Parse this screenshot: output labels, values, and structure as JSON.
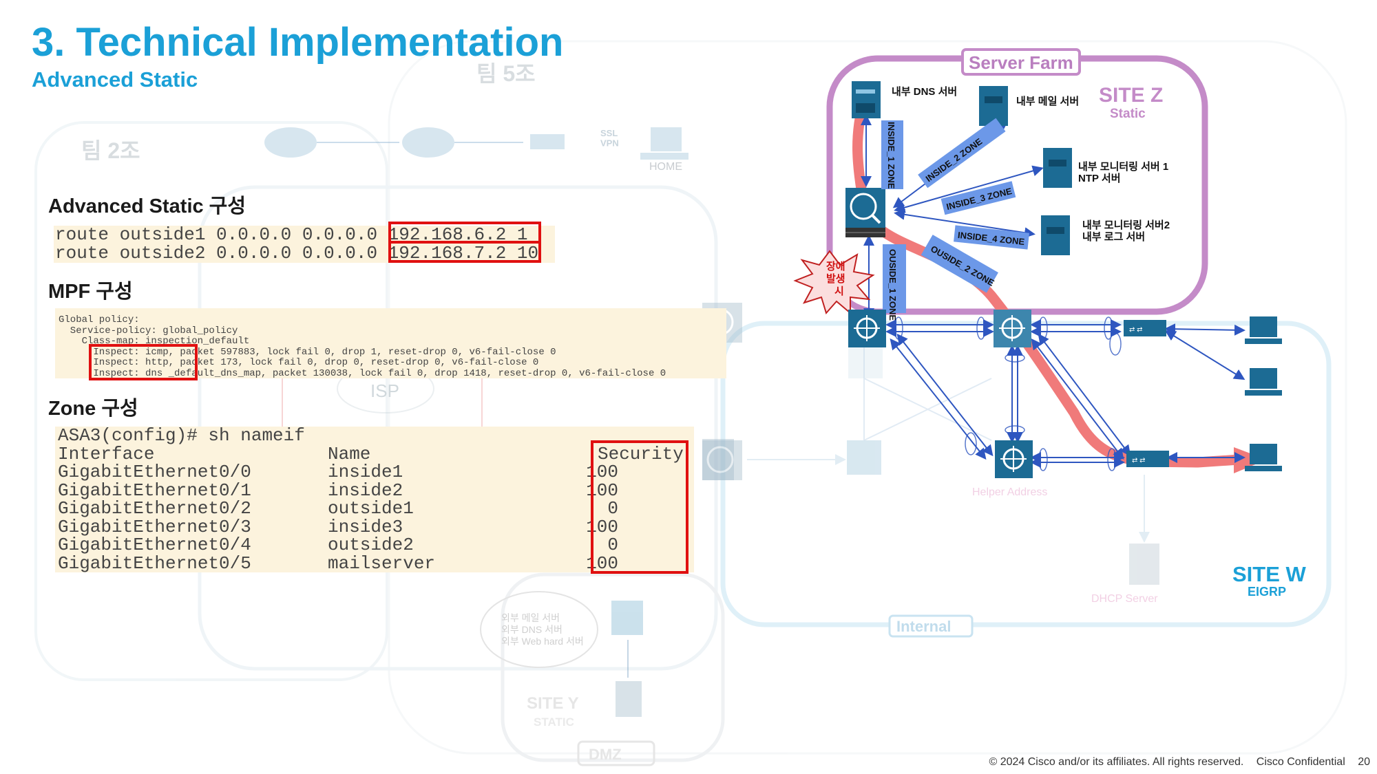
{
  "header": {
    "title": "3. Technical Implementation",
    "subtitle": "Advanced Static"
  },
  "sections": {
    "advanced_static": {
      "heading": "Advanced Static 구성",
      "routes": [
        "route outside1 0.0.0.0 0.0.0.0 192.168.6.2 1",
        "route outside2 0.0.0.0 0.0.0.0 192.168.7.2 10"
      ]
    },
    "mpf": {
      "heading": "MPF 구성",
      "lines": [
        "Global policy:",
        "  Service-policy: global_policy",
        "    Class-map: inspection_default",
        "      Inspect: icmp, packet 597883, lock fail 0, drop 1, reset-drop 0, v6-fail-close 0",
        "      Inspect: http, packet 173, lock fail 0, drop 0, reset-drop 0, v6-fail-close 0",
        "      Inspect: dns _default_dns_map, packet 130038, lock fail 0, drop 1418, reset-drop 0, v6-fail-close 0"
      ]
    },
    "zone": {
      "heading": "Zone 구성",
      "command": "ASA3(config)# sh nameif",
      "columns": [
        "Interface",
        "Name",
        "Security"
      ],
      "rows": [
        [
          "GigabitEthernet0/0",
          "inside1",
          "100"
        ],
        [
          "GigabitEthernet0/1",
          "inside2",
          "100"
        ],
        [
          "GigabitEthernet0/2",
          "outside1",
          "0"
        ],
        [
          "GigabitEthernet0/3",
          "inside3",
          "100"
        ],
        [
          "GigabitEthernet0/4",
          "outside2",
          "0"
        ],
        [
          "GigabitEthernet0/5",
          "mailserver",
          "100"
        ]
      ]
    }
  },
  "diagram": {
    "server_farm": "Server Farm",
    "site_z": {
      "name": "SITE Z",
      "routing": "Static"
    },
    "site_w": {
      "name": "SITE W",
      "routing": "EIGRP"
    },
    "site_y": {
      "name": "SITE Y",
      "routing": "STATIC"
    },
    "team2": "팀 2조",
    "team5": "팀 5조",
    "home": "HOME",
    "ssl_vpn": "SSL\nVPN",
    "isp": "ISP",
    "internal": "Internal",
    "dmz": "DMZ",
    "helper": "Helper Address",
    "dhcp": "DHCP Server",
    "outer_servers": [
      "외부 메일 서버",
      "외부 DNS 서버",
      "외부 Web hard 서버"
    ],
    "servers": {
      "dns": "내부 DNS 서버",
      "mail": "내부 메일 서버",
      "monitor1_a": "내부 모니터링 서버 1",
      "monitor1_b": "NTP 서버",
      "monitor2_a": "내부 모니터링 서버2",
      "monitor2_b": "내부 로그 서버"
    },
    "zones": {
      "inside1": "INSIDE_1 ZONE",
      "inside2": "INSIDE_2 ZONE",
      "inside3": "INSIDE_3 ZONE",
      "inside4": "INSIDE_4 ZONE",
      "outside1": "OUSIDE_1 ZONE",
      "outside2": "OUSIDE_2 ZONE"
    },
    "failure": "장애 발생 시"
  },
  "footer": {
    "copyright": "© 2024  Cisco and/or its affiliates. All rights reserved.",
    "confidential": "Cisco Confidential",
    "page": "20"
  },
  "colors": {
    "accent": "#1ba0d7",
    "server_farm": "#c48bc8",
    "zone_box": "#6c98e8",
    "failover_path": "#f07a7a",
    "red_box": "#e01010",
    "code_bg": "#fcf3dd"
  }
}
